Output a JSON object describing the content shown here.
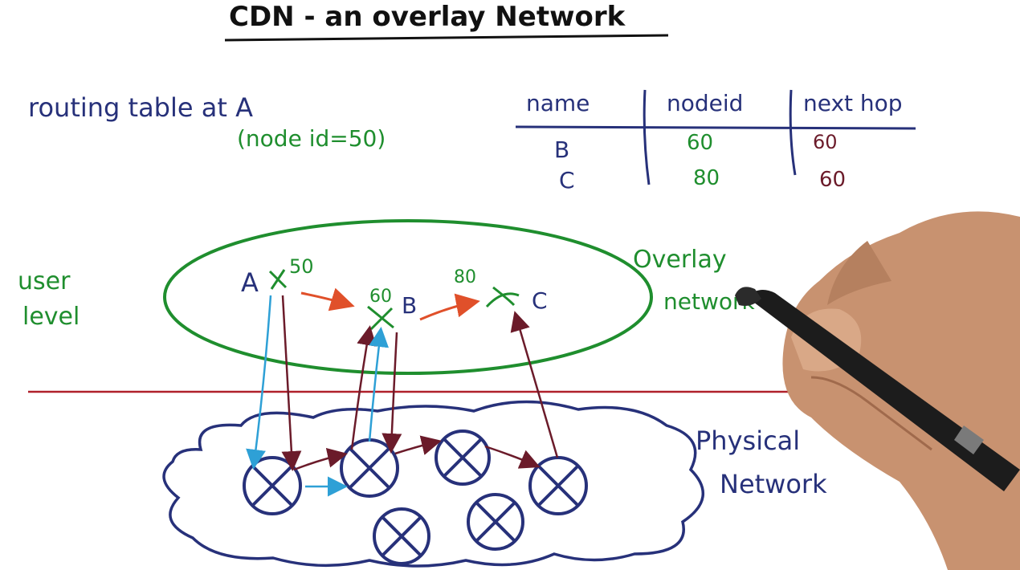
{
  "title": "CDN - an overlay Network",
  "routing_table": {
    "caption": "routing table at A",
    "subcaption": "(node id=50)",
    "columns": [
      "name",
      "nodeid",
      "next hop"
    ],
    "rows": [
      {
        "name": "B",
        "nodeid": "60",
        "next_hop": "60"
      },
      {
        "name": "C",
        "nodeid": "80",
        "next_hop": "60"
      }
    ]
  },
  "labels": {
    "user_level": [
      "user",
      "level"
    ],
    "overlay_network": [
      "Overlay",
      "network"
    ],
    "physical_network": [
      "Physical",
      "Network"
    ]
  },
  "overlay_nodes": [
    {
      "name": "A",
      "id": "50"
    },
    {
      "name": "B",
      "id": "60"
    },
    {
      "name": "C",
      "id": "80"
    }
  ],
  "colors": {
    "ink_blue": "#27317a",
    "ink_green": "#1f8e2e",
    "ink_maroon": "#6b1b2a",
    "ink_orange": "#e0502a",
    "ink_cyan": "#2ea0d6",
    "divider_red": "#b0202a"
  }
}
